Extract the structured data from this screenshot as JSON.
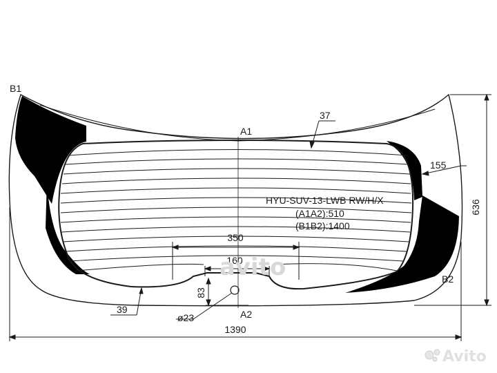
{
  "product": {
    "code": "HYU-SUV-13-LWB RW/H/X",
    "a1a2": "(A1A2):510",
    "b1b2": "(B1B2):1400"
  },
  "points": {
    "a1": "A1",
    "a2": "A2",
    "b1": "B1",
    "b2": "B2"
  },
  "dimensions": {
    "width": "1390",
    "height": "636",
    "heater_width": "350",
    "notch_width": "160",
    "notch_height": "83",
    "hole_diameter": "ø23",
    "top_band": "37",
    "side_band": "155",
    "bottom_band": "39"
  },
  "watermarks": {
    "center": "avito",
    "brand": "Avito"
  },
  "colors": {
    "line": "#1a1a1a",
    "frit": "#000000",
    "watermark": "#d9d9d9"
  }
}
